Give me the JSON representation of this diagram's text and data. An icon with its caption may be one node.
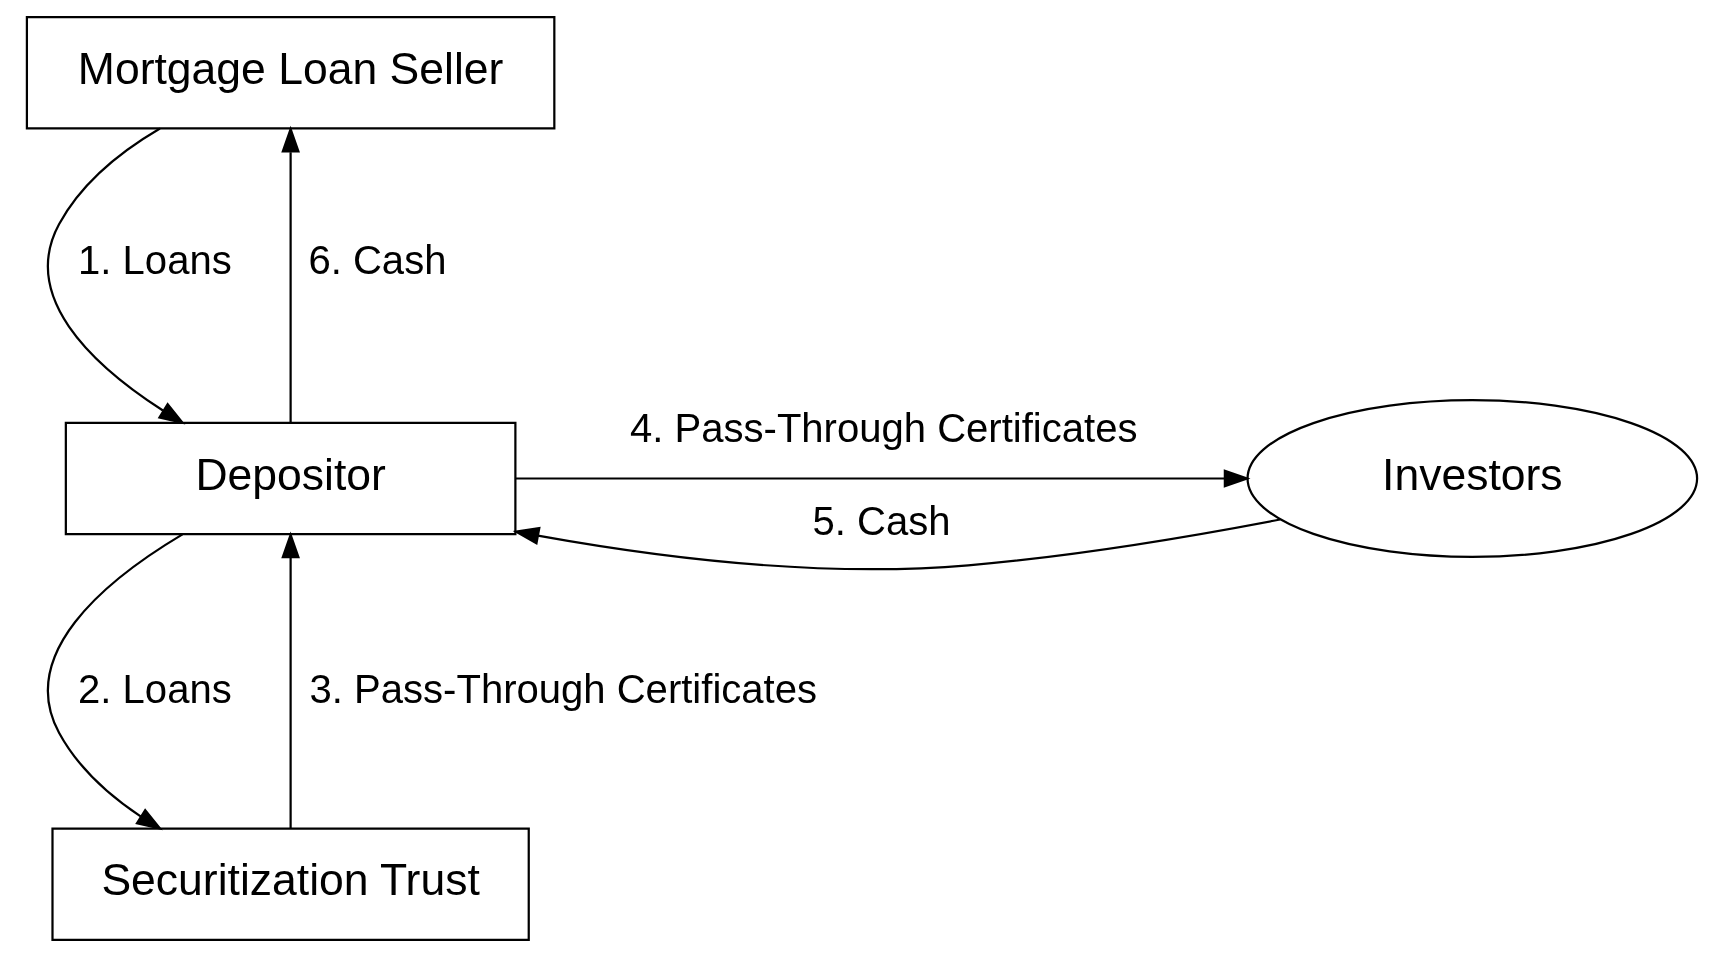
{
  "diagram": {
    "nodes": [
      {
        "text": [
          "Mortgage Loan Seller"
        ]
      },
      {
        "text": [
          "Depositor"
        ]
      },
      {
        "text": [
          "Securitization Trust"
        ]
      },
      {
        "text": [
          "Investors"
        ]
      }
    ],
    "edges": [
      {
        "from": 0,
        "to": 1,
        "arrow": "to",
        "label": "1. Loans"
      },
      {
        "from": 1,
        "to": 2,
        "arrow": "to",
        "label": "2. Loans"
      },
      {
        "from": 2,
        "to": 1,
        "arrow": "to",
        "label": "3. Pass-Through Certificates"
      },
      {
        "from": 1,
        "to": 3,
        "arrow": "to",
        "label": "4. Pass-Through Certificates"
      },
      {
        "from": 3,
        "to": 1,
        "arrow": "to",
        "label": "5. Cash"
      },
      {
        "from": 1,
        "to": 0,
        "arrow": "to",
        "label": "6. Cash"
      }
    ]
  }
}
